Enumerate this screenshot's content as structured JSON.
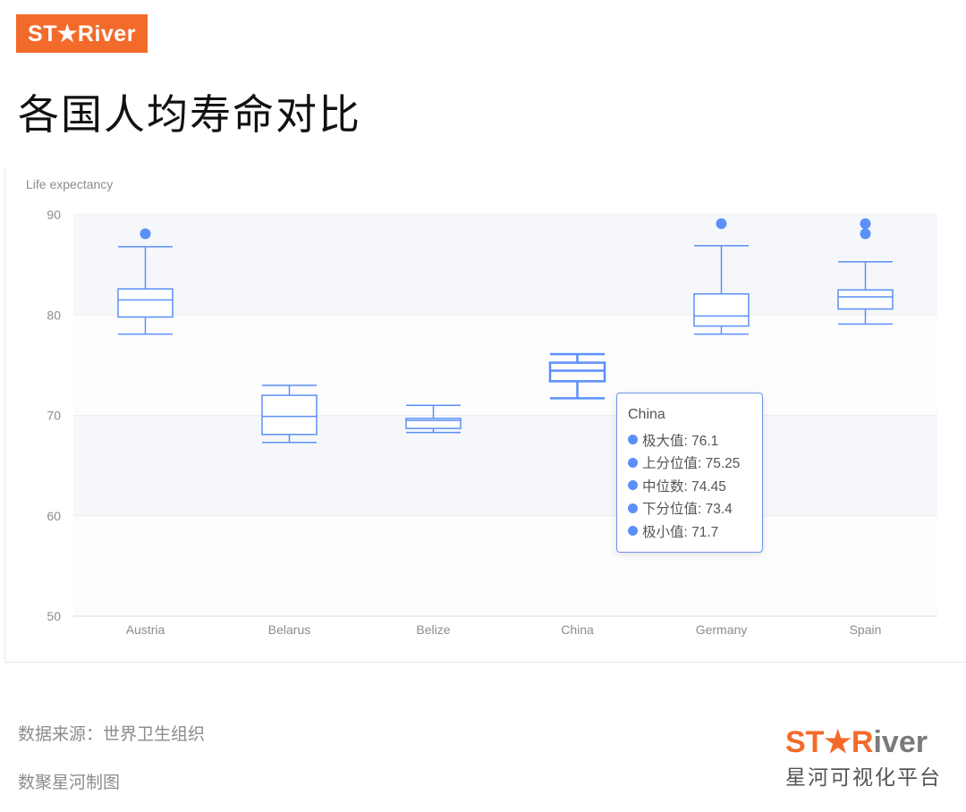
{
  "header": {
    "brand_badge": "ST★River",
    "title": "各国人均寿命对比"
  },
  "colors": {
    "brand_orange": "#f26b2b",
    "series_blue": "#5b8ff9",
    "band_gray": "#f5f7fb",
    "axis_text": "#8c8c8c"
  },
  "chart_data": {
    "type": "boxplot",
    "title": "各国人均寿命对比",
    "ylabel": "Life expectancy",
    "xlabel": "",
    "ylim": [
      50,
      90
    ],
    "yticks": [
      50,
      60,
      70,
      80,
      90
    ],
    "grid": true,
    "categories": [
      "Austria",
      "Belarus",
      "Belize",
      "China",
      "Germany",
      "Spain"
    ],
    "series": [
      {
        "name": "Austria",
        "min": 78.1,
        "q1": 79.8,
        "median": 81.5,
        "q3": 82.6,
        "max": 86.8,
        "outliers": [
          88.1
        ]
      },
      {
        "name": "Belarus",
        "min": 67.3,
        "q1": 68.1,
        "median": 69.9,
        "q3": 72.0,
        "max": 73.0,
        "outliers": []
      },
      {
        "name": "Belize",
        "min": 68.3,
        "q1": 68.7,
        "median": 69.5,
        "q3": 69.7,
        "max": 71.0,
        "outliers": []
      },
      {
        "name": "China",
        "min": 71.7,
        "q1": 73.4,
        "median": 74.45,
        "q3": 75.25,
        "max": 76.1,
        "outliers": []
      },
      {
        "name": "Germany",
        "min": 78.1,
        "q1": 78.9,
        "median": 79.9,
        "q3": 82.1,
        "max": 86.9,
        "outliers": [
          89.1
        ]
      },
      {
        "name": "Spain",
        "min": 79.1,
        "q1": 80.6,
        "median": 81.8,
        "q3": 82.5,
        "max": 85.3,
        "outliers": [
          89.1,
          88.1
        ]
      }
    ],
    "highlighted": "China"
  },
  "tooltip": {
    "title": "China",
    "rows": [
      {
        "label": "极大值: 76.1"
      },
      {
        "label": "上分位值: 75.25"
      },
      {
        "label": "中位数: 74.45"
      },
      {
        "label": "下分位值: 73.4"
      },
      {
        "label": "极小值: 71.7"
      }
    ]
  },
  "footer": {
    "source": "数据来源：世界卫生组织",
    "maker": "数聚星河制图",
    "logo_orange": "ST★R",
    "logo_gray": "iver",
    "logo_sub": "星河可视化平台"
  }
}
